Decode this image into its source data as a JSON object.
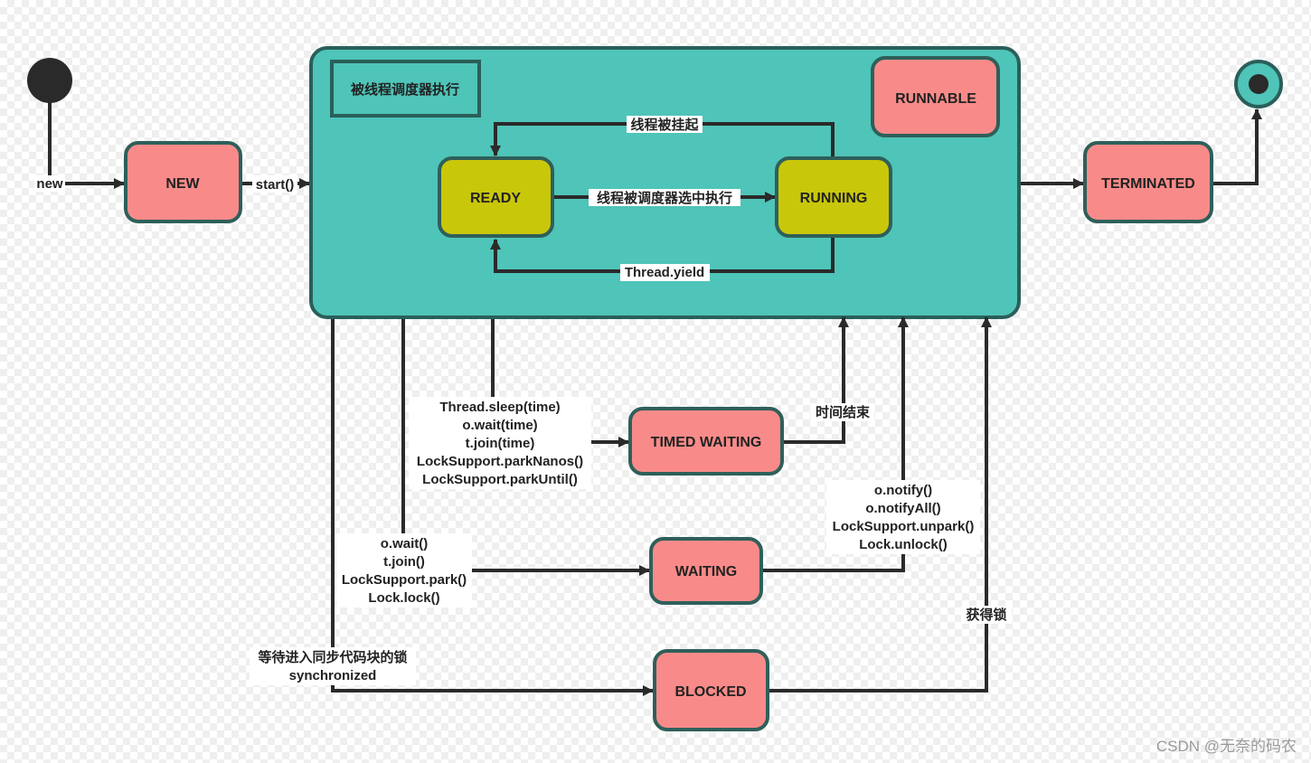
{
  "states": {
    "new": "NEW",
    "runnable": "RUNNABLE",
    "ready": "READY",
    "running": "RUNNING",
    "terminated": "TERMINATED",
    "timed_waiting": "TIMED WAITING",
    "waiting": "WAITING",
    "blocked": "BLOCKED"
  },
  "container_label": "被线程调度器执行",
  "transitions": {
    "new": "new",
    "start": "start()",
    "suspended": "线程被挂起",
    "scheduled": "线程被调度器选中执行",
    "yield": "Thread.yield",
    "time_up": "时间结束",
    "acquire_lock": "获得锁",
    "timed_wait_calls": [
      "Thread.sleep(time)",
      "o.wait(time)",
      "t.join(time)",
      "LockSupport.parkNanos()",
      "LockSupport.parkUntil()"
    ],
    "wait_calls": [
      "o.wait()",
      "t.join()",
      "LockSupport.park()",
      "Lock.lock()"
    ],
    "notify_calls": [
      "o.notify()",
      "o.notifyAll()",
      "LockSupport.unpark()",
      "Lock.unlock()"
    ],
    "blocked_reason": [
      "等待进入同步代码块的锁",
      "synchronized"
    ]
  },
  "watermark": "CSDN @无奈的码农",
  "colors": {
    "container_fill": "#4fc4b8",
    "container_border": "#2a5f5a",
    "state_fill": "#f88b89",
    "state_border": "#2f5f5a",
    "active_fill": "#c9c70a",
    "line": "#2a2a2a",
    "start_node": "#2a2a2a",
    "end_ring": "#4fc4b8"
  }
}
